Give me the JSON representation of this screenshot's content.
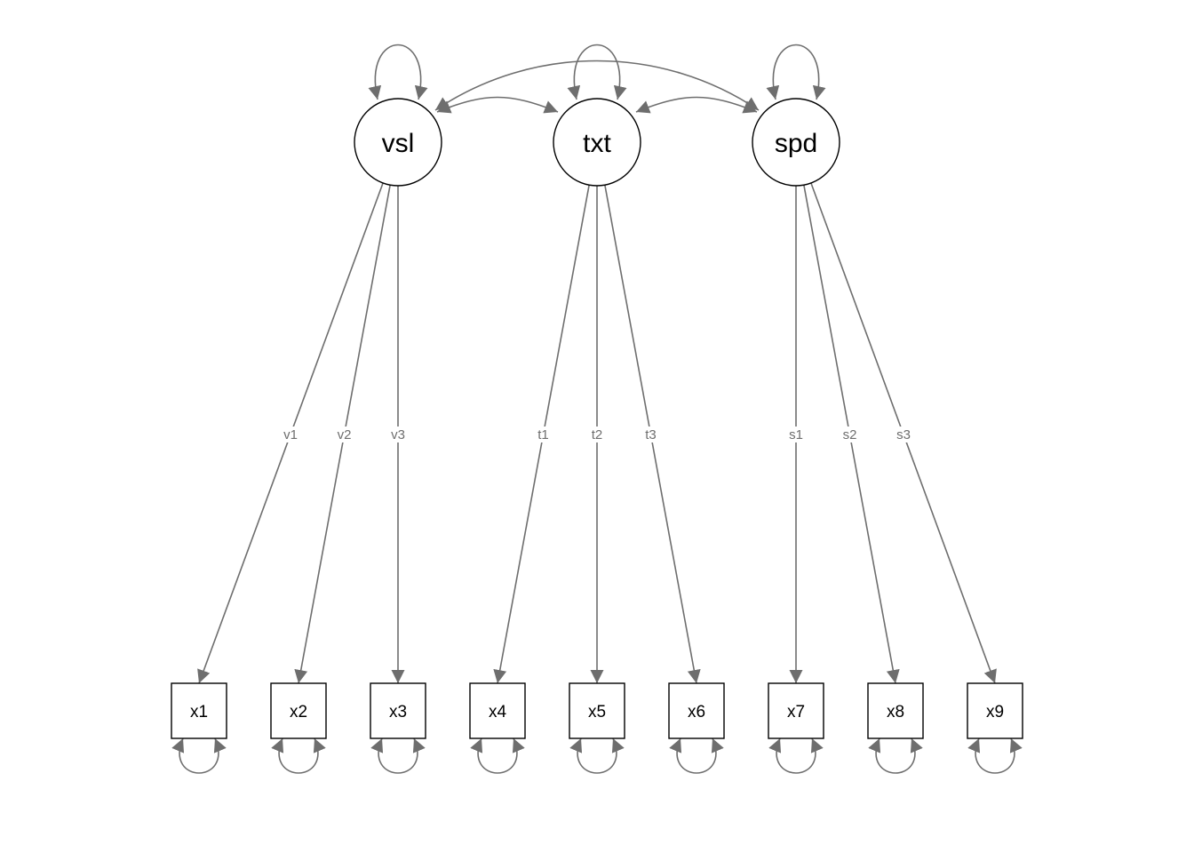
{
  "diagram": {
    "latents": [
      {
        "id": "vsl",
        "label": "vsl"
      },
      {
        "id": "txt",
        "label": "txt"
      },
      {
        "id": "spd",
        "label": "spd"
      }
    ],
    "manifests": [
      {
        "id": "x1",
        "label": "x1"
      },
      {
        "id": "x2",
        "label": "x2"
      },
      {
        "id": "x3",
        "label": "x3"
      },
      {
        "id": "x4",
        "label": "x4"
      },
      {
        "id": "x5",
        "label": "x5"
      },
      {
        "id": "x6",
        "label": "x6"
      },
      {
        "id": "x7",
        "label": "x7"
      },
      {
        "id": "x8",
        "label": "x8"
      },
      {
        "id": "x9",
        "label": "x9"
      }
    ],
    "loadings": [
      {
        "from": "vsl",
        "to": "x1",
        "label": "v1"
      },
      {
        "from": "vsl",
        "to": "x2",
        "label": "v2"
      },
      {
        "from": "vsl",
        "to": "x3",
        "label": "v3"
      },
      {
        "from": "txt",
        "to": "x4",
        "label": "t1"
      },
      {
        "from": "txt",
        "to": "x5",
        "label": "t2"
      },
      {
        "from": "txt",
        "to": "x6",
        "label": "t3"
      },
      {
        "from": "spd",
        "to": "x7",
        "label": "s1"
      },
      {
        "from": "spd",
        "to": "x8",
        "label": "s2"
      },
      {
        "from": "spd",
        "to": "x9",
        "label": "s3"
      }
    ],
    "covariances": [
      {
        "a": "vsl",
        "b": "txt"
      },
      {
        "a": "txt",
        "b": "spd"
      },
      {
        "a": "vsl",
        "b": "spd"
      }
    ],
    "colors": {
      "edge": "#6e6e6e",
      "node_stroke": "#000000",
      "background": "#ffffff"
    }
  }
}
